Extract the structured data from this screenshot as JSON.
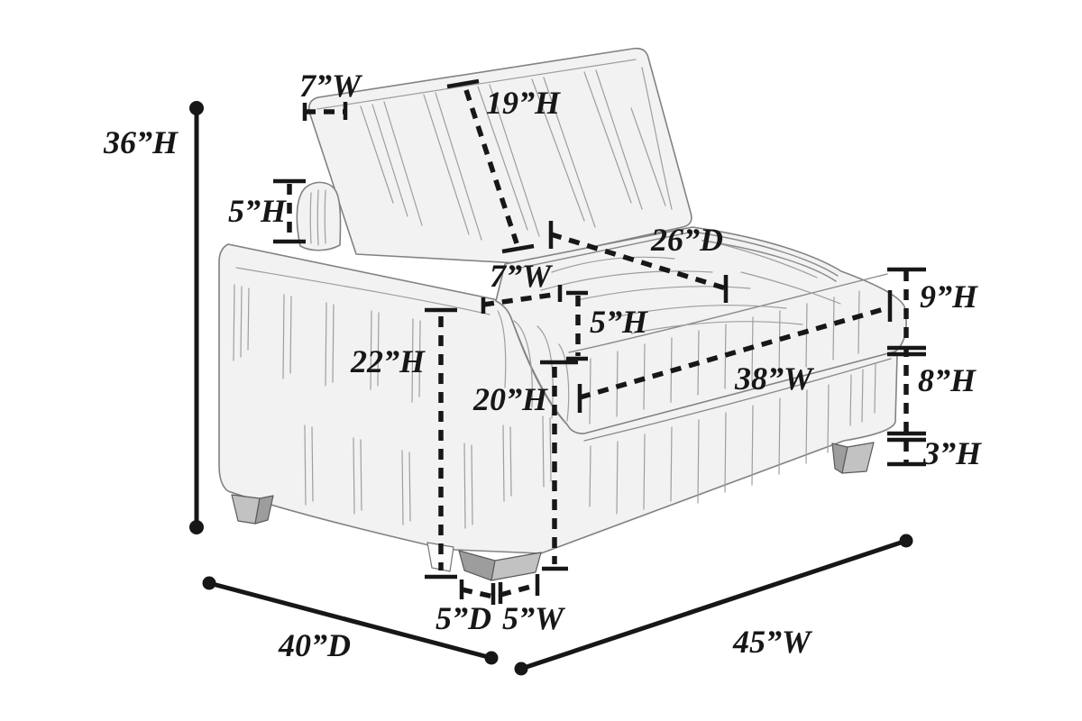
{
  "meta": {
    "description": "Furniture dimension diagram of a one-arm sofa sectional piece",
    "background": "#ffffff",
    "ink_color": "#171717",
    "upholstery_fill": "#f2f2f2",
    "outline_color": "#828282",
    "leg_front_color": "#c2c2c2",
    "leg_side_color": "#9d9d9d"
  },
  "labels": {
    "overall_height": "36”H",
    "back_top_width": "7”W",
    "back_height": "19”H",
    "pillow_height": "5”H",
    "seat_depth": "26”D",
    "arm_top_width": "7”W",
    "arm_front_height": "5”H",
    "arm_height": "22”H",
    "seat_front_height": "20”H",
    "cushion_height": "9”H",
    "seat_width": "38”W",
    "base_height": "8”H",
    "leg_height": "3”H",
    "leg_depth": "5”D",
    "leg_width": "5”W",
    "overall_depth": "40”D",
    "overall_width": "45”W"
  }
}
